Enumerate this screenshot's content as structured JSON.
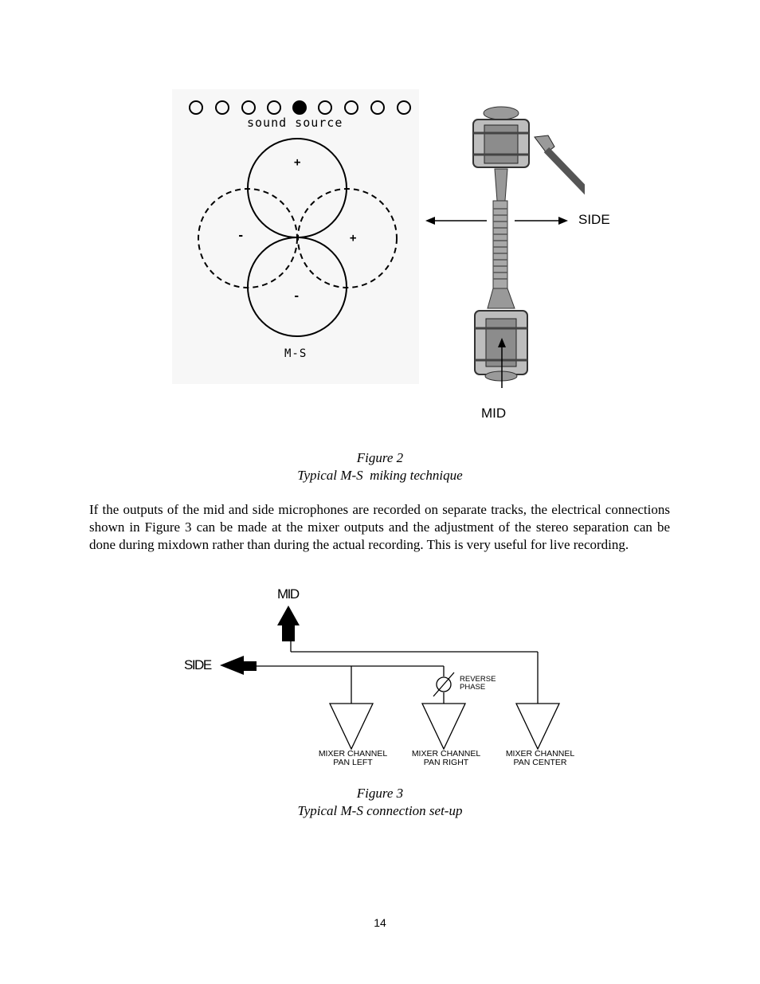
{
  "figure2": {
    "sound_source_label": "sound source",
    "ms_label": "M-S",
    "plus_top": "+",
    "minus_left": "-",
    "plus_right": "+",
    "minus_bottom": "-",
    "side_label": "SIDE",
    "mid_label": "MID",
    "caption_title": "Figure 2",
    "caption_text": "Typical M-S  miking technique"
  },
  "paragraph": "If the outputs of the mid and side microphones are recorded on separate tracks, the electrical connections shown in Figure 3 can be made at the mixer outputs and the adjustment of the stereo separation can be done during mixdown rather than during the actual recording. This is very useful for live recording.",
  "figure3": {
    "mid_label": "MID",
    "side_label": "SIDE",
    "reverse_phase_line1": "REVERSE",
    "reverse_phase_line2": "PHASE",
    "channels": [
      {
        "line1": "MIXER CHANNEL",
        "line2": "PAN LEFT"
      },
      {
        "line1": "MIXER CHANNEL",
        "line2": "PAN RIGHT"
      },
      {
        "line1": "MIXER CHANNEL",
        "line2": "PAN CENTER"
      }
    ],
    "caption_title": "Figure 3",
    "caption_text": "Typical M-S connection set-up"
  },
  "page_number": "14"
}
